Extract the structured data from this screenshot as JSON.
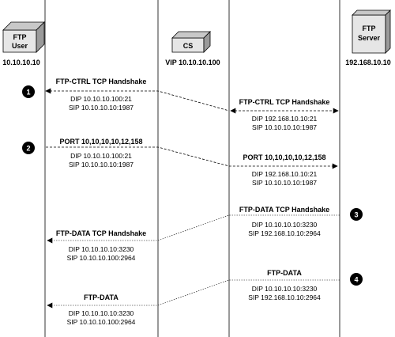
{
  "entities": {
    "ftp_user": {
      "box_lines": [
        "FTP",
        "User"
      ],
      "address": "10.10.10.10"
    },
    "cs": {
      "box_lines": [
        "CS"
      ],
      "address": "VIP 10.10.10.100"
    },
    "ftp_server": {
      "box_lines": [
        "FTP",
        "Server"
      ],
      "address": "192.168.10.10"
    }
  },
  "steps": [
    {
      "number": "1",
      "left": {
        "title": "FTP-CTRL TCP Handshake",
        "dip": "DIP 10.10.10.100:21",
        "sip": "SIP 10.10.10.10:1987"
      },
      "right": {
        "title": "FTP-CTRL TCP Handshake",
        "dip": "DIP 192.168.10.10:21",
        "sip": "SIP 10.10.10.10:1987"
      }
    },
    {
      "number": "2",
      "left": {
        "title": "PORT 10,10,10,10,12,158",
        "dip": "DIP 10.10.10.100:21",
        "sip": "SIP 10.10.10.10:1987"
      },
      "right": {
        "title": "PORT 10,10,10,10,12,158",
        "dip": "DIP 192.168.10.10:21",
        "sip": "SIP 10.10.10.10:1987"
      }
    },
    {
      "number": "3",
      "right": {
        "title": "FTP-DATA TCP Handshake",
        "dip": "DIP 10.10.10.10:3230",
        "sip": "SIP 192.168.10.10:2964"
      },
      "left": {
        "title": "FTP-DATA TCP Handshake",
        "dip": "DIP 10.10.10.10:3230",
        "sip": "SIP 10.10.10.100:2964"
      }
    },
    {
      "number": "4",
      "right": {
        "title": "FTP-DATA",
        "dip": "DIP 10.10.10.10:3230",
        "sip": "SIP 192.168.10.10:2964"
      },
      "left": {
        "title": "FTP-DATA",
        "dip": "DIP 10.10.10.10:3230",
        "sip": "SIP 10.10.10.100:2964"
      }
    }
  ]
}
